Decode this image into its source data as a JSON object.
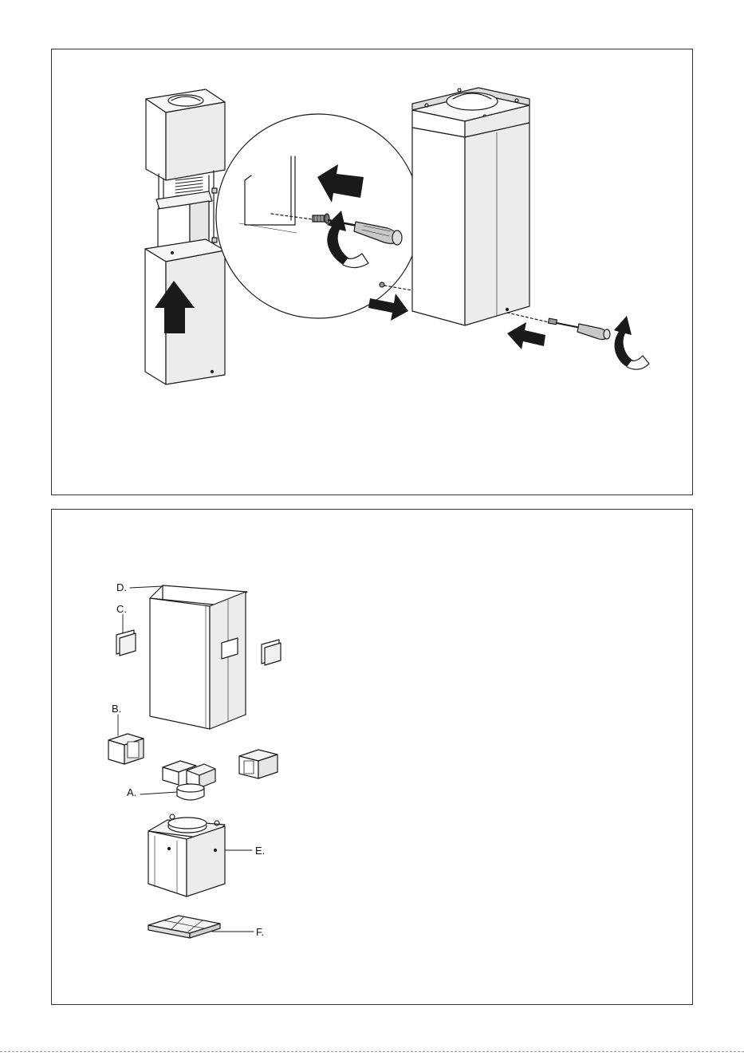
{
  "figure_top": {
    "components": [
      "upper-chimney",
      "telescopic-frame",
      "lower-chimney",
      "mounted-chimney",
      "detail-magnifier",
      "screwdriver",
      "screw"
    ]
  },
  "figure_bottom": {
    "labels": {
      "a": "A.",
      "b": "B.",
      "c": "C.",
      "d": "D.",
      "e": "E.",
      "f": "F."
    }
  },
  "colors": {
    "line": "#1a1a1a",
    "panel_border": "#333333",
    "arrow_fill": "#1a1a1a",
    "light_fill": "#f2f2f2",
    "mid_fill": "#dddddd"
  },
  "icons": [
    "arrow-up-icon",
    "arrow-left-icon",
    "arrow-right-icon",
    "curved-arrow-icon",
    "screwdriver-icon",
    "screw-icon"
  ]
}
